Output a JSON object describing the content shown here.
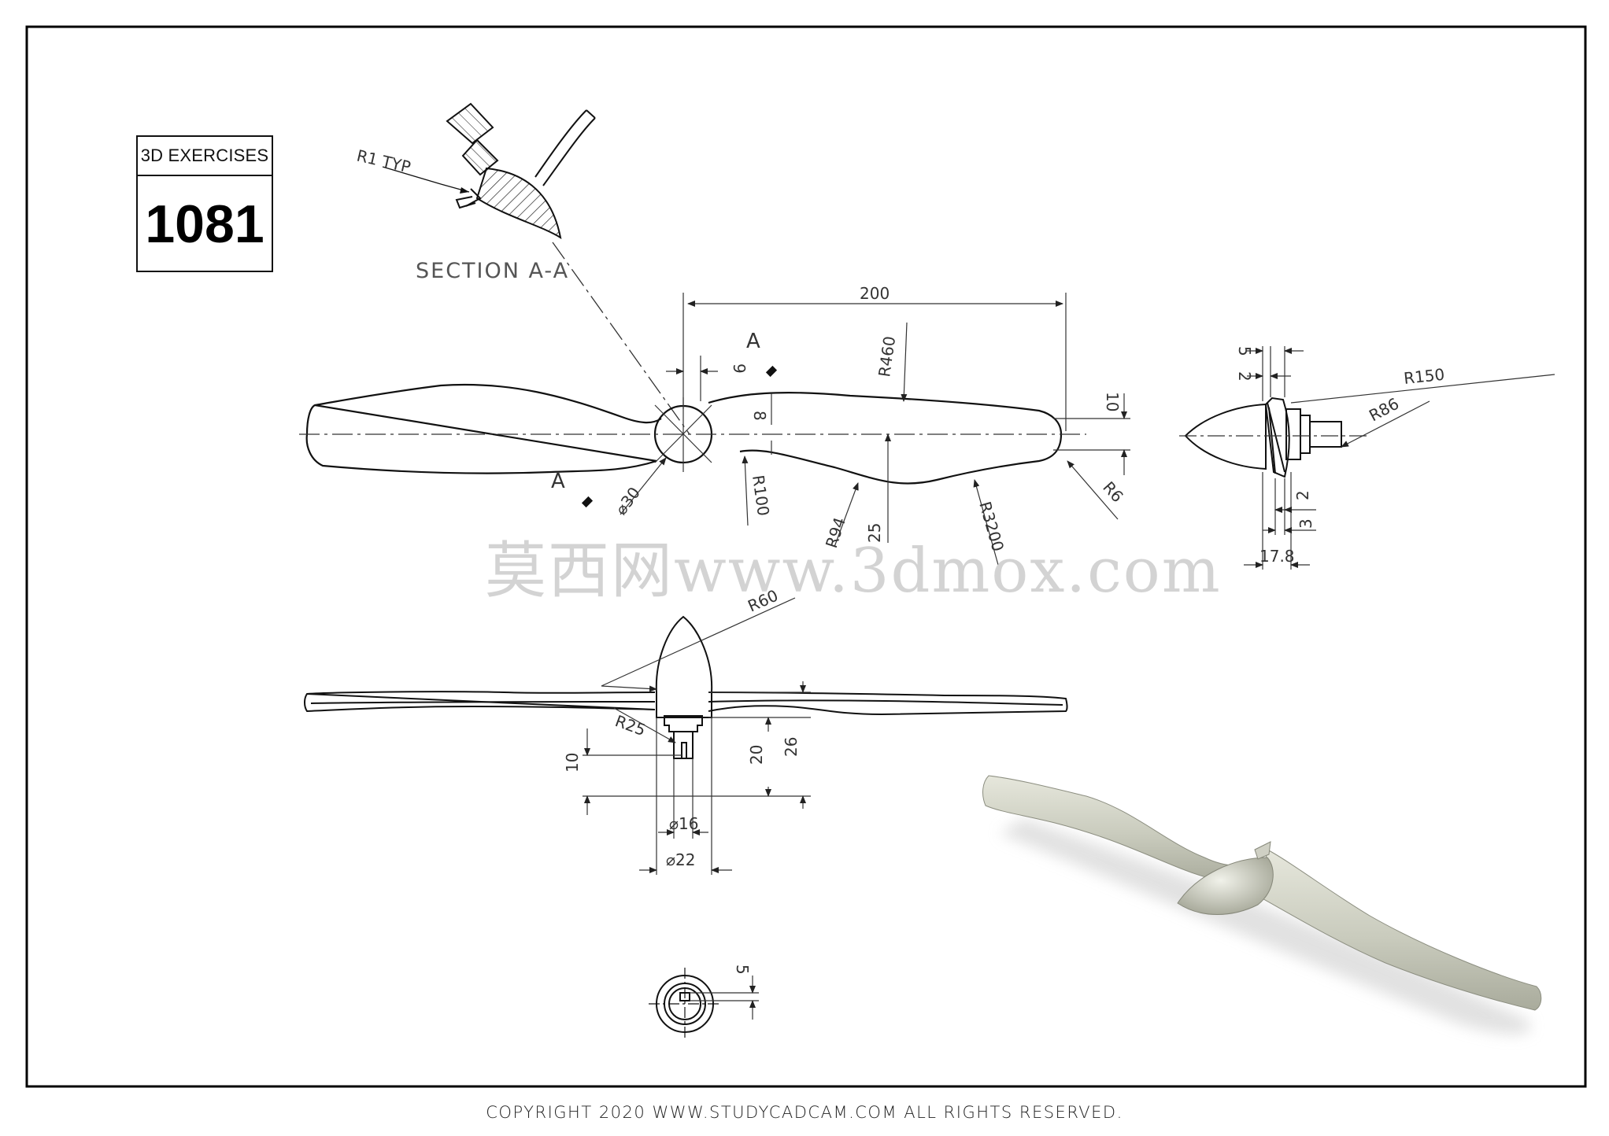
{
  "badge": {
    "label": "3D EXERCISES",
    "number": "1081"
  },
  "section": {
    "label": "SECTION A-A",
    "note": "R1 TYP"
  },
  "cut_marks": [
    "A",
    "A"
  ],
  "dims": {
    "d200": "200",
    "d9": "9",
    "d8": "8",
    "d10a": "10",
    "dR460": "R460",
    "dR100": "R100",
    "dR94": "R94",
    "d25": "25",
    "dR3200": "R3200",
    "dR6": "R6",
    "dphi30": "⌀30",
    "dR60": "R60",
    "dR25": "R25",
    "d10b": "10",
    "d20": "20",
    "d26": "26",
    "dphi16": "⌀16",
    "dphi22": "⌀22",
    "d5b": "5",
    "d5a": "5",
    "d2a": "2",
    "dR150": "R150",
    "dR86": "R86",
    "d2b": "2",
    "d3": "3",
    "d178": "17.8"
  },
  "watermark": "莫西网www.3dmox.com",
  "copyright": "COPYRIGHT  2020 WWW.STUDYCADCAM.COM ALL RIGHTS RESERVED."
}
